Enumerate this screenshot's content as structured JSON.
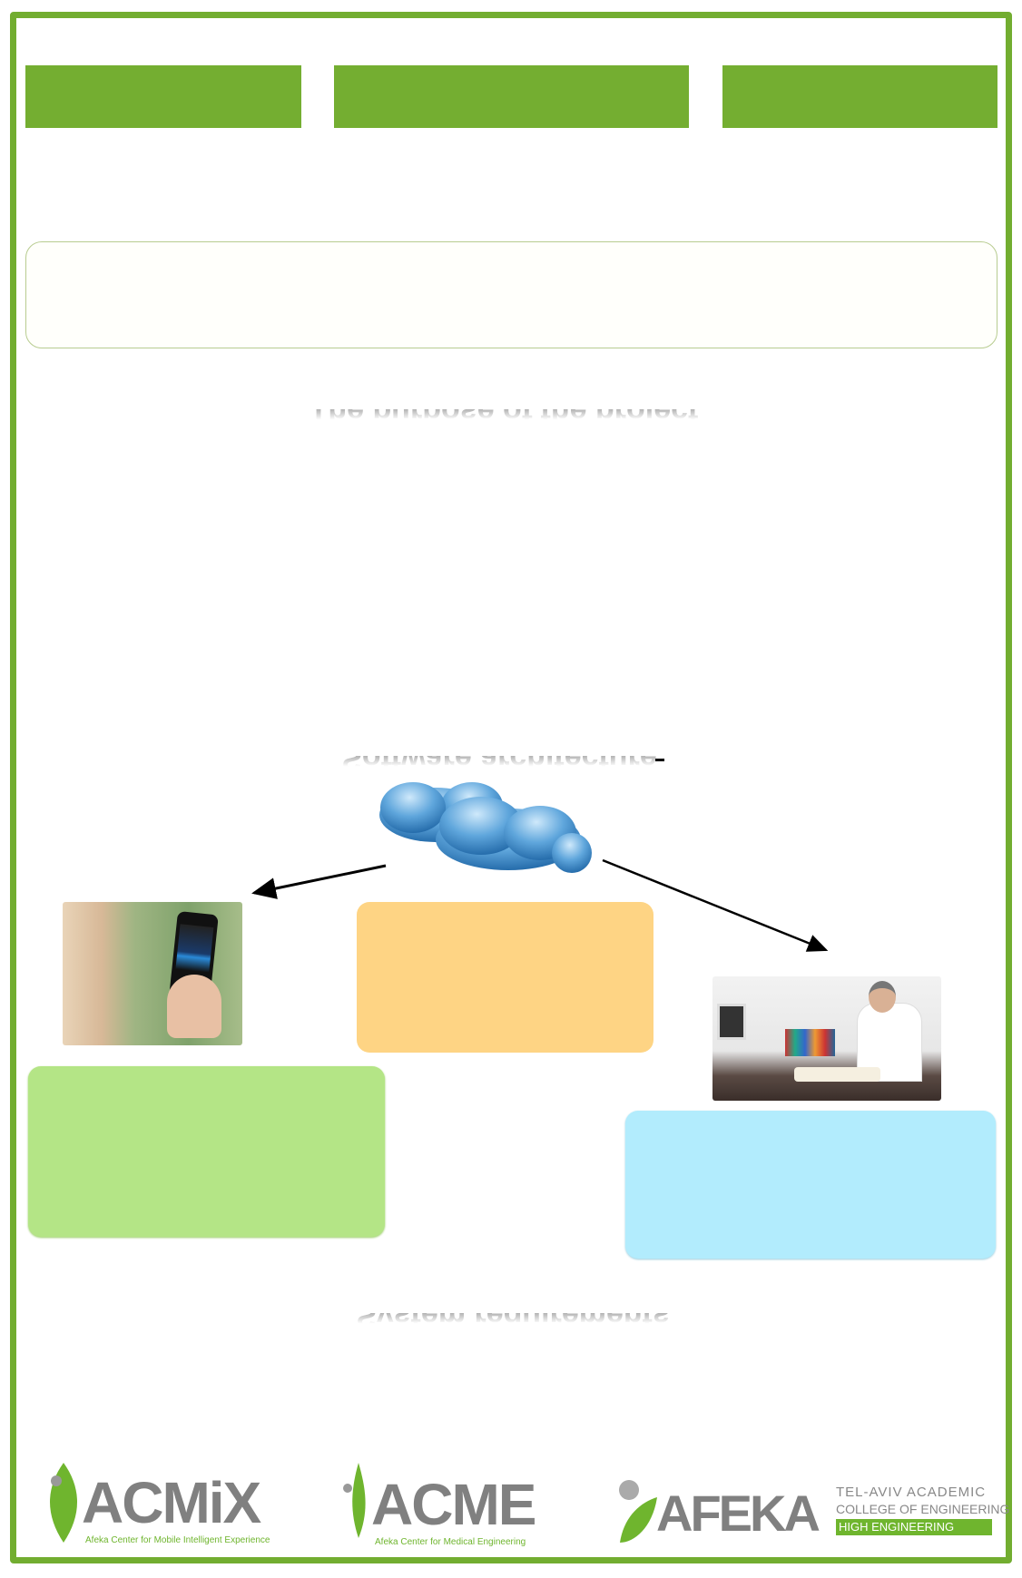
{
  "headings": {
    "purpose": "The purpose of the project",
    "architecture": "Software architecture",
    "requirements": "System requirements"
  },
  "colors": {
    "brand_green": "#72ad30",
    "orange_box": "#fed484",
    "green_box": "#b4e586",
    "blue_box": "#b2ecfd"
  },
  "logos": [
    {
      "name": "ACMiX",
      "subtitle": "Afeka Center for Mobile Intelligent Experience"
    },
    {
      "name": "ACME",
      "subtitle": "Afeka Center for Medical Engineering"
    },
    {
      "name": "AFEKA",
      "line1": "TEL-AVIV ACADEMIC",
      "line2": "COLLEGE OF ENGINEERING",
      "tagline": "HIGH ENGINEERING"
    }
  ]
}
